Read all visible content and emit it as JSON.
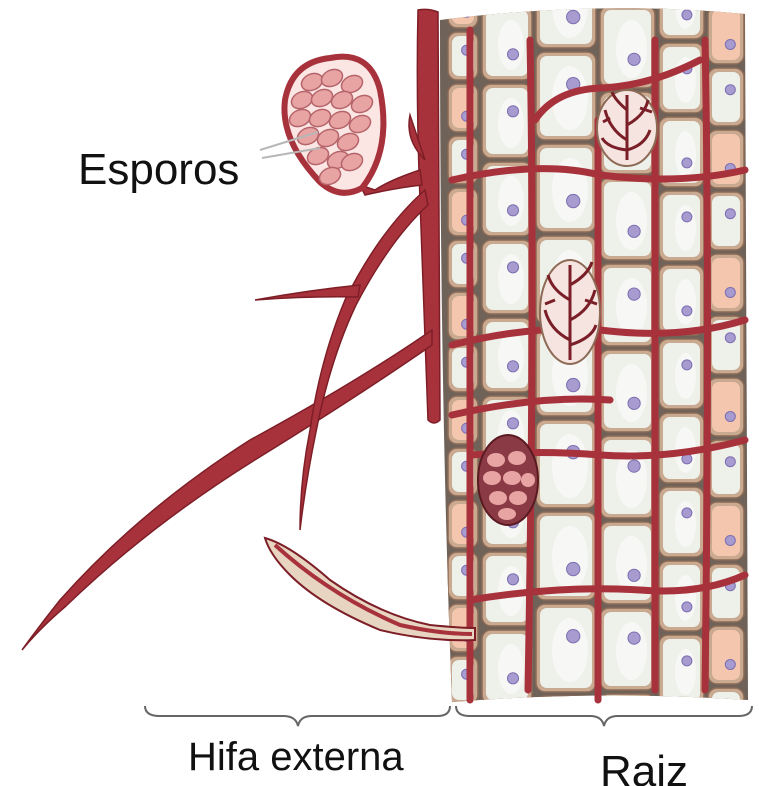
{
  "labels": {
    "spores": "Esporos",
    "external_hypha": "Hifa externa",
    "root": "Raiz"
  },
  "colors": {
    "hypha": "#a8323c",
    "hypha_dark": "#7d1e27",
    "cell_fill": "#eef0ea",
    "cell_wall": "#c9a98f",
    "cell_outline": "#8c6a55",
    "tissue_bg": "#6f6259",
    "nucleus": "#a79bd0",
    "spore_fill": "#e8a3a3",
    "peach": "#f5c6ae",
    "arbuscule": "#7a1f28",
    "bracket": "#666666"
  }
}
